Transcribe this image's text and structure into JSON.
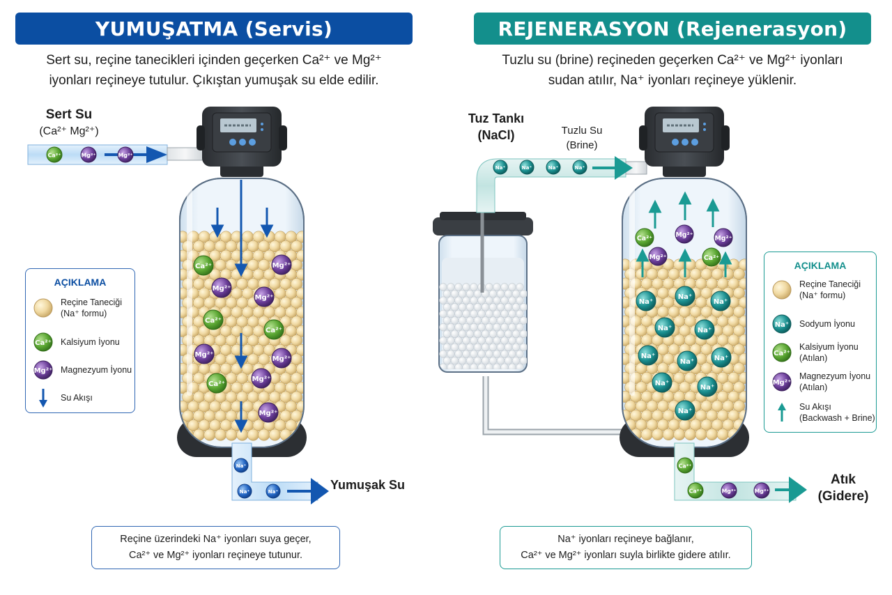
{
  "colors": {
    "left_accent": "#0b4ea2",
    "right_accent": "#138f8c",
    "resin": "#f1dca6",
    "calcium": "#5aa632",
    "magnesium": "#6c3f9a",
    "sodium": "#1a8f8f",
    "sodium_left": "#2366c4"
  },
  "left": {
    "banner": "YUMUŞATMA (Servis)",
    "description_line1": "Sert su, reçine tanecikleri içinden geçerken Ca²⁺ ve Mg²⁺",
    "description_line2": "iyonları reçineye tutulur. Çıkıştan yumuşak su elde edilir.",
    "inlet_label": "Sert Su",
    "inlet_sublabel": "(Ca²⁺ Mg²⁺)",
    "outlet_label": "Yumuşak Su",
    "legend": {
      "title": "AÇIKLAMA",
      "items": [
        {
          "icon": "resin-bead-icon",
          "text1": "Reçine Taneciği",
          "text2": "(Na⁺ formu)"
        },
        {
          "icon": "calcium-ion-icon",
          "text1": "Kalsiyum İyonu",
          "text2": ""
        },
        {
          "icon": "magnesium-ion-icon",
          "text1": "Magnezyum İyonu",
          "text2": ""
        },
        {
          "icon": "flow-arrow-down-icon",
          "text1": "Su Akışı",
          "text2": ""
        }
      ]
    },
    "note_line1": "Reçine üzerindeki Na⁺ iyonları suya geçer,",
    "note_line2": "Ca²⁺ ve Mg²⁺ iyonları reçineye tutunur."
  },
  "right": {
    "banner": "REJENERASYON (Rejenerasyon)",
    "description_line1": "Tuzlu su (brine) reçineden geçerken Ca²⁺ ve Mg²⁺ iyonları",
    "description_line2": "sudan atılır, Na⁺ iyonları reçineye yüklenir.",
    "salt_tank_label": "Tuz Tankı",
    "salt_tank_sublabel": "(NaCl)",
    "brine_label": "Tuzlu Su",
    "brine_sublabel": "(Brine)",
    "waste_label": "Atık",
    "waste_sublabel": "(Gidere)",
    "legend": {
      "title": "AÇIKLAMA",
      "items": [
        {
          "icon": "resin-bead-icon",
          "text1": "Reçine Taneciği",
          "text2": "(Na⁺ formu)"
        },
        {
          "icon": "sodium-ion-icon",
          "text1": "Sodyum İyonu",
          "text2": ""
        },
        {
          "icon": "calcium-ion-icon",
          "text1": "Kalsiyum İyonu",
          "text2": "(Atılan)"
        },
        {
          "icon": "magnesium-ion-icon",
          "text1": "Magnezyum İyonu",
          "text2": "(Atılan)"
        },
        {
          "icon": "flow-arrow-up-icon",
          "text1": "Su Akışı",
          "text2": "(Backwash + Brine)"
        }
      ]
    },
    "note_line1": "Na⁺ iyonları reçineye bağlanır,",
    "note_line2": "Ca²⁺ ve Mg²⁺ iyonları suyla birlikte gidere atılır."
  },
  "ions": {
    "ca": "Ca²⁺",
    "mg": "Mg²⁺",
    "na": "Na⁺"
  }
}
